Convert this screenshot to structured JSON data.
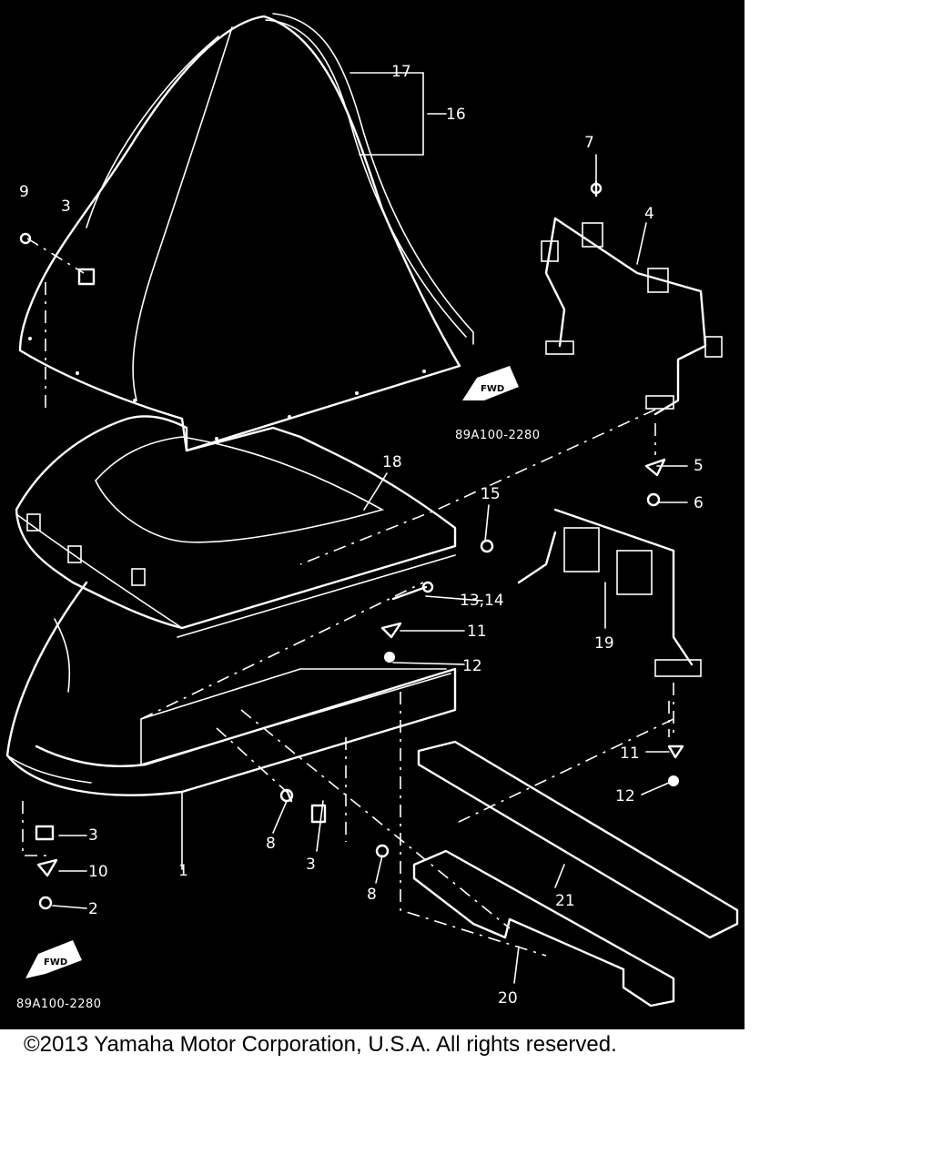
{
  "part_labels": {
    "p1": "1",
    "p2": "2",
    "p3a": "3",
    "p3b": "3",
    "p3c": "3",
    "p4": "4",
    "p5": "5",
    "p6": "6",
    "p7": "7",
    "p8a": "8",
    "p8b": "8",
    "p9": "9",
    "p10": "10",
    "p11a": "11",
    "p11b": "11",
    "p12a": "12",
    "p12b": "12",
    "p13_14": "13,14",
    "p15": "15",
    "p16": "16",
    "p17": "17",
    "p18": "18",
    "p19": "19",
    "p20": "20",
    "p21": "21"
  },
  "drawing_codes": {
    "upper": "89A100-2280",
    "lower": "89A100-2280"
  },
  "fwd_text": "FWD",
  "copyright": "©2013 Yamaha Motor Corporation, U.S.A. All rights reserved.",
  "colors": {
    "diagram_background": "#000000",
    "line_art": "#ffffff",
    "page_background": "#ffffff"
  }
}
